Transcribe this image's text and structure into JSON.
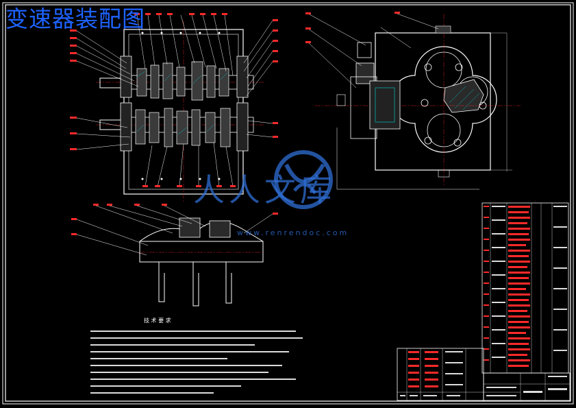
{
  "title": "变速器装配图",
  "watermark": {
    "brand": "人人文库",
    "url": "www.renrendoc.com"
  },
  "tech_notes": {
    "heading": "技 术 要 求"
  },
  "colors": {
    "background": "#000000",
    "frame": "#ffffff",
    "leader": "#ff2a2a",
    "cyan": "#00d8d8",
    "yellow": "#ffff00",
    "title_blue": "#1e63ff",
    "watermark_blue": "#2f6fd6"
  }
}
